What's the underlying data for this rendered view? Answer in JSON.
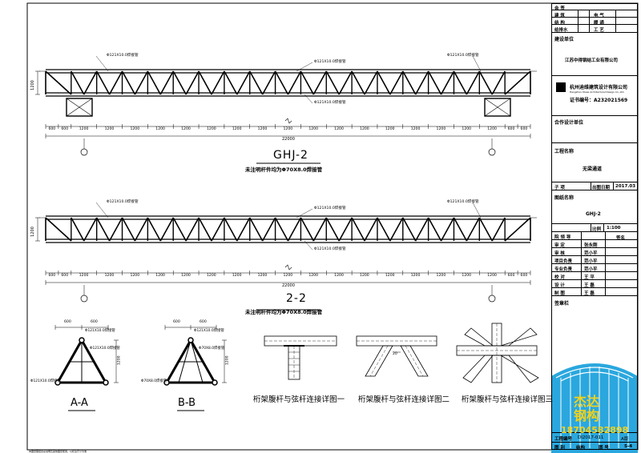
{
  "elevation1": {
    "title": "GHJ-2",
    "note": "未注明杆件均为Φ70X8.0焊接管",
    "dims": [
      "600",
      "600",
      "1200",
      "1200",
      "1200",
      "1200",
      "1200",
      "1200",
      "1200",
      "1200",
      "1200",
      "1200",
      "1200",
      "1200",
      "1200",
      "1200",
      "1200",
      "1200",
      "1200",
      "600",
      "600"
    ],
    "total": "22000",
    "height": "1200",
    "callouts": [
      "Φ121X10.0焊接管",
      "Φ121X10.0焊接管",
      "Φ121X10.0焊接管",
      "Φ121X10.0焊接管"
    ]
  },
  "elevation2": {
    "title": "2-2",
    "note": "未注明杆件均为Φ70X8.0焊接管",
    "dims": [
      "600",
      "600",
      "1200",
      "1200",
      "1200",
      "1200",
      "1200",
      "1200",
      "1200",
      "1200",
      "1200",
      "1200",
      "1200",
      "1200",
      "1200",
      "1200",
      "1200",
      "1200",
      "1200",
      "600",
      "600"
    ],
    "total": "22000",
    "height": "1200",
    "callouts": [
      "Φ121X10.0焊接管",
      "Φ121X10.0焊接管",
      "Φ121X10.0焊接管",
      "Φ121X10.0焊接管"
    ]
  },
  "sections": [
    {
      "title": "A-A",
      "dims": [
        "600",
        "600"
      ],
      "height": "1200",
      "callouts": [
        "Φ121X10.0焊接管",
        "Φ121X10.0焊接管",
        "Φ121X10.0焊接管"
      ]
    },
    {
      "title": "B-B",
      "dims": [
        "600",
        "600"
      ],
      "height": "1200",
      "callouts": [
        "Φ121X10.0焊接管",
        "Φ70X8.0焊接管",
        "Φ70X8.0焊接管"
      ]
    }
  ],
  "details": [
    {
      "title": "桁架腹杆与弦杆连接详图一"
    },
    {
      "title": "桁架腹杆与弦杆连接详图二",
      "dim": "20"
    },
    {
      "title": "桁架腹杆与弦杆连接详图三"
    }
  ],
  "titleblock": {
    "sign_rows": [
      {
        "label": "会 签",
        "value": ""
      },
      {
        "label": "建 筑",
        "value": "电 气"
      },
      {
        "label": "结 构",
        "value": "暖 通"
      },
      {
        "label": "给排水",
        "value": "工 艺"
      }
    ],
    "client_label": "建设单位",
    "client_value": "江苏中得钢结工业有限公司",
    "design_company": "杭州迪维建筑设计有限公司",
    "design_company_en": "Hangzhou Diwei Architectural Design Co.,Ltd.",
    "cert": "证书编号：A232021569",
    "coop_label": "合作设计单位",
    "project_label": "工程名称",
    "project_value": "无梁通道",
    "job_label": "子 项",
    "date_label": "出图日期",
    "date_value": "2017.03",
    "drawing_label": "图纸名称",
    "drawing_value": "GHJ-2",
    "scale_label": "比例",
    "scale_value": "1:100",
    "roles": [
      {
        "role": "院 领 导",
        "name": "",
        "sig": ""
      },
      {
        "role": "审 定",
        "name": "张永刚",
        "sig": ""
      },
      {
        "role": "审 核",
        "name": "范小平",
        "sig": ""
      },
      {
        "role": "项目负责",
        "name": "范小平",
        "sig": ""
      },
      {
        "role": "专业负责",
        "name": "范小平",
        "sig": ""
      },
      {
        "role": "校 对",
        "name": "王 平",
        "sig": ""
      },
      {
        "role": "设 计",
        "name": "王 磊",
        "sig": ""
      },
      {
        "role": "制 图",
        "name": "王 磊",
        "sig": ""
      }
    ],
    "sign_col_label": "签名",
    "seal_label": "签章栏",
    "bottom": [
      {
        "label": "工程编号",
        "value": "DI2017-011"
      },
      {
        "label": "图 别",
        "value": "结构"
      },
      {
        "label": "图 号",
        "value": "S-4"
      }
    ],
    "jobnum_extra": "A版"
  },
  "watermark": {
    "line1": "杰达",
    "line2": "钢构",
    "phone": "18704582898"
  },
  "footer_note": "本图纸需结合总说明及其他图纸使用，以标注尺寸为准"
}
